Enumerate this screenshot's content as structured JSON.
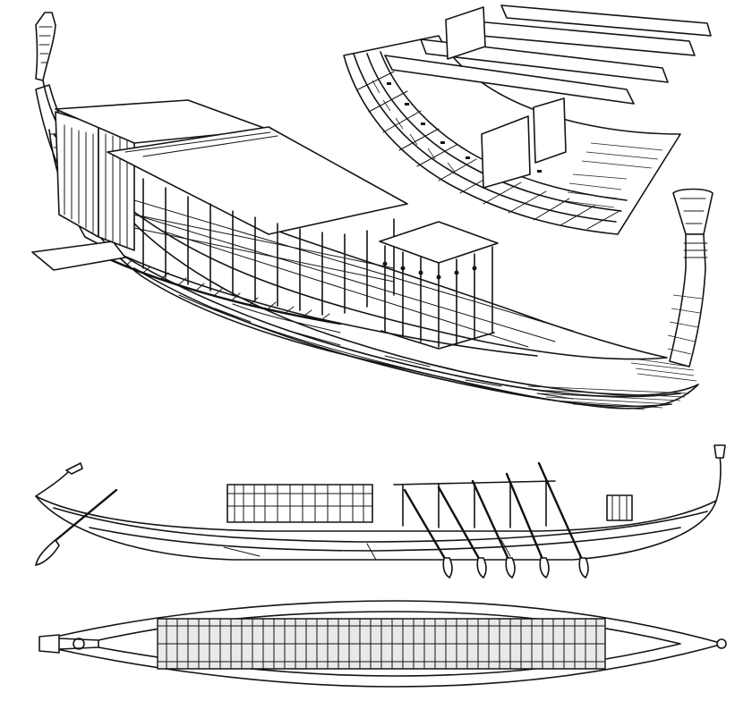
{
  "figure": {
    "panels": [
      {
        "id": "perspective",
        "icon": "boat-perspective-drawing"
      },
      {
        "id": "hull-cutaway",
        "icon": "hull-planking-detail-drawing"
      },
      {
        "id": "side-elevation",
        "icon": "boat-side-elevation-drawing",
        "oar_count": 5,
        "steering_oars": 1
      },
      {
        "id": "plan-view",
        "icon": "boat-deck-plan-drawing"
      }
    ],
    "ink_color": "#141414",
    "paper_color": "#ffffff"
  }
}
